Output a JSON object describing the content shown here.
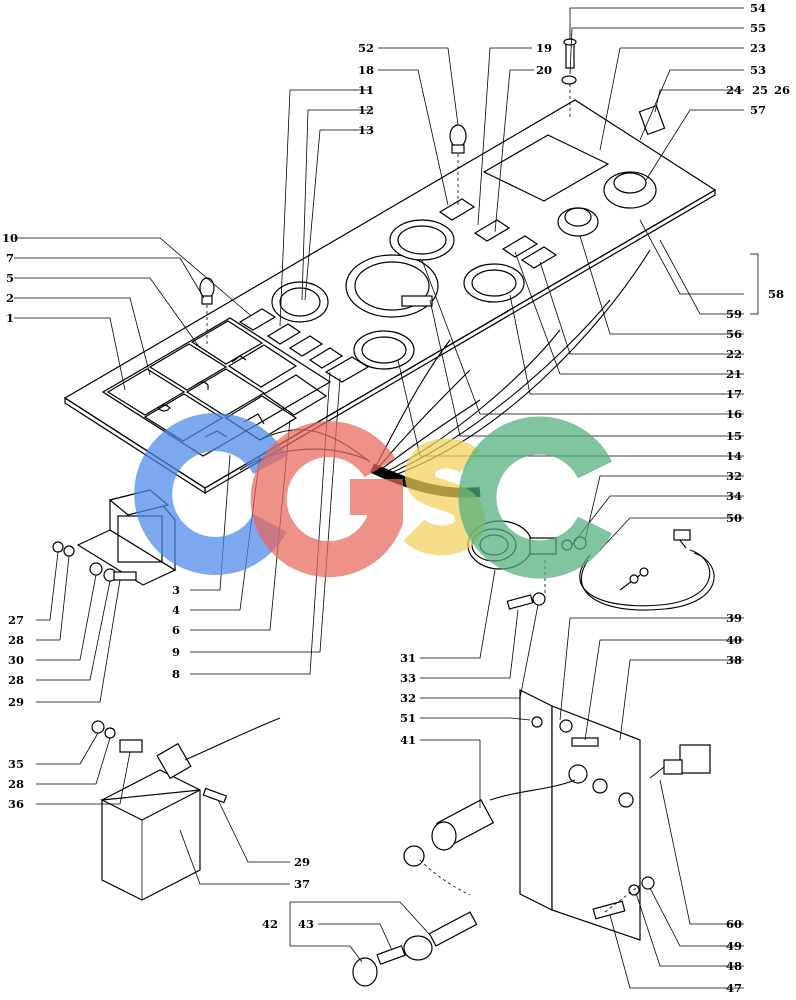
{
  "labels": {
    "l1": "1",
    "l2": "2",
    "l3": "3",
    "l4": "4",
    "l5": "5",
    "l6": "6",
    "l7": "7",
    "l8": "8",
    "l9": "9",
    "l10": "10",
    "l11": "11",
    "l12": "12",
    "l13": "13",
    "l14": "14",
    "l15": "15",
    "l16": "16",
    "l17": "17",
    "l18": "18",
    "l19": "19",
    "l20": "20",
    "l21": "21",
    "l22": "22",
    "l23": "23",
    "l24": "24",
    "l25": "25",
    "l26": "26",
    "l27": "27",
    "l28a": "28",
    "l28b": "28",
    "l28c": "28",
    "l29a": "29",
    "l29b": "29",
    "l30": "30",
    "l31": "31",
    "l32a": "32",
    "l32b": "32",
    "l33": "33",
    "l34": "34",
    "l35": "35",
    "l36": "36",
    "l37": "37",
    "l38": "38",
    "l39": "39",
    "l40": "40",
    "l41": "41",
    "l42": "42",
    "l43": "43",
    "l47": "47",
    "l48": "48",
    "l49": "49",
    "l50": "50",
    "l51": "51",
    "l52": "52",
    "l53": "53",
    "l54": "54",
    "l55": "55",
    "l56": "56",
    "l57": "57",
    "l58": "58",
    "l59": "59",
    "l60": "60"
  },
  "watermark": {
    "letters": [
      {
        "char": "C",
        "color": "#4a86e8"
      },
      {
        "char": "G",
        "color": "#e8675a"
      },
      {
        "char": "S",
        "color": "#f2d15b"
      },
      {
        "char": "C",
        "color": "#4fae7a"
      }
    ]
  }
}
